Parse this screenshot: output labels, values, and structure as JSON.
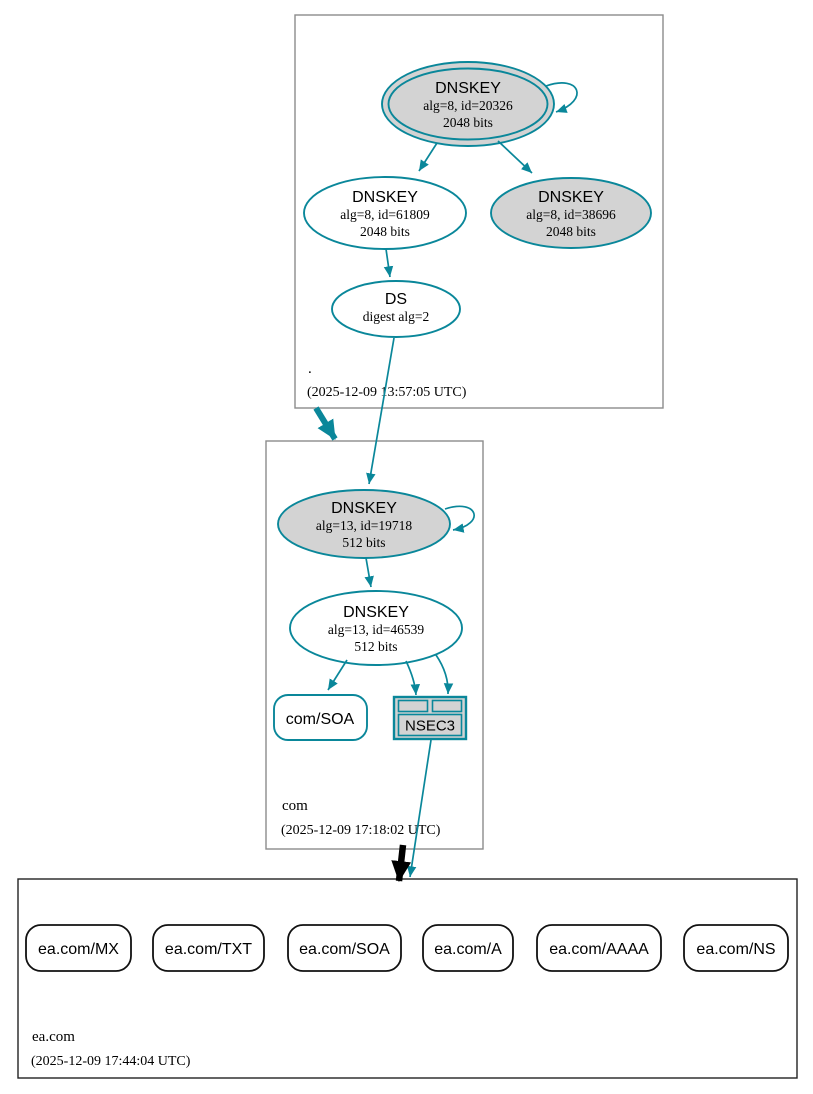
{
  "title": "DNSSEC authentication chain graph",
  "colors": {
    "secure_edge": "#0a879a",
    "node_fill_gray": "#d3d3d3",
    "node_fill_white": "#ffffff",
    "cluster_border_gray": "#8c8c8c",
    "cluster_border_black": "#222222",
    "rrset_border_black": "#111111",
    "text": "#000000"
  },
  "zones": [
    {
      "label": ".",
      "timestamp": "(2025-12-09 13:57:05 UTC)",
      "nodes": [
        {
          "id": "dnskey-20326",
          "title": "DNSKEY",
          "detail1": "alg=8, id=20326",
          "detail2": "2048 bits",
          "style": "double-ellipse gray, self-signing"
        },
        {
          "id": "dnskey-61809",
          "title": "DNSKEY",
          "detail1": "alg=8, id=61809",
          "detail2": "2048 bits",
          "style": "ellipse white"
        },
        {
          "id": "dnskey-38696",
          "title": "DNSKEY",
          "detail1": "alg=8, id=38696",
          "detail2": "2048 bits",
          "style": "ellipse gray"
        },
        {
          "id": "ds",
          "title": "DS",
          "detail1": "digest alg=2",
          "style": "ellipse white"
        }
      ]
    },
    {
      "label": "com",
      "timestamp": "(2025-12-09 17:18:02 UTC)",
      "nodes": [
        {
          "id": "dnskey-19718",
          "title": "DNSKEY",
          "detail1": "alg=13, id=19718",
          "detail2": "512 bits",
          "style": "ellipse gray, self-signing"
        },
        {
          "id": "dnskey-46539",
          "title": "DNSKEY",
          "detail1": "alg=13, id=46539",
          "detail2": "512 bits",
          "style": "ellipse white"
        },
        {
          "id": "com-soa",
          "title": "com/SOA",
          "style": "rounded-rect white"
        },
        {
          "id": "nsec3",
          "title": "NSEC3",
          "style": "table-node gray"
        }
      ]
    },
    {
      "label": "ea.com",
      "timestamp": "(2025-12-09 17:44:04 UTC)",
      "rrsets": [
        {
          "label": "ea.com/MX"
        },
        {
          "label": "ea.com/TXT"
        },
        {
          "label": "ea.com/SOA"
        },
        {
          "label": "ea.com/A"
        },
        {
          "label": "ea.com/AAAA"
        },
        {
          "label": "ea.com/NS"
        }
      ]
    }
  ]
}
